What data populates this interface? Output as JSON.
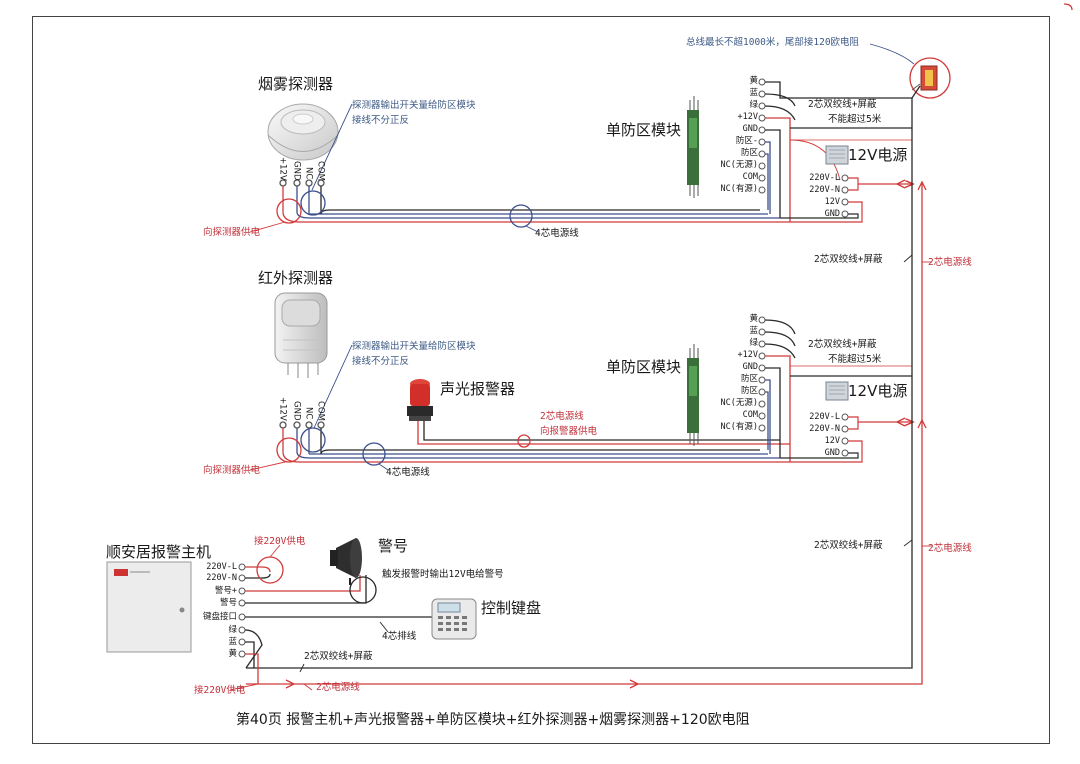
{
  "caption": "第40页  报警主机+声光报警器+单防区模块+红外探测器+烟雾探测器+120欧电阻",
  "top_note": "总线最长不超1000米，尾部接120欧电阻",
  "smoke": {
    "title": "烟雾探测器",
    "note_line1": "探测器输出开关量给防区模块",
    "note_line2": "接线不分正反",
    "terminals": [
      "+12V",
      "GND",
      "NC",
      "COM"
    ],
    "power_label": "向探测器供电",
    "cable_label": "4芯电源线"
  },
  "ir": {
    "title": "红外探测器",
    "note_line1": "探测器输出开关量给防区模块",
    "note_line2": "接线不分正反",
    "terminals": [
      "+12V",
      "GND",
      "NC",
      "COM"
    ],
    "power_label": "向探测器供电",
    "cable_label": "4芯电源线"
  },
  "siren_light": {
    "title": "声光报警器",
    "label1": "2芯电源线",
    "label2": "向报警器供电"
  },
  "module1": {
    "title": "单防区模块",
    "terminals": [
      "黄",
      "蓝",
      "绿",
      "+12V",
      "GND",
      "防区-",
      "防区",
      "NC(无源)",
      "COM",
      "NC(有源)"
    ]
  },
  "module2": {
    "title": "单防区模块",
    "terminals": [
      "黄",
      "蓝",
      "绿",
      "+12V",
      "GND",
      "防区",
      "防区",
      "NC(无源)",
      "COM",
      "NC(有源)"
    ]
  },
  "psu1": {
    "title": "12V电源",
    "wire_label1": "2芯双绞线+屏蔽",
    "wire_label2": "不能超过5米",
    "terminals": [
      "220V-L",
      "220V-N",
      "12V",
      "GND"
    ]
  },
  "psu2": {
    "title": "12V电源",
    "wire_label1": "2芯双绞线+屏蔽",
    "wire_label2": "不能超过5米",
    "terminals": [
      "220V-L",
      "220V-N",
      "12V",
      "GND"
    ]
  },
  "bus_labels": {
    "twisted1": "2芯双绞线+屏蔽",
    "power1": "2芯电源线",
    "twisted2": "2芯双绞线+屏蔽",
    "power2": "2芯电源线"
  },
  "host": {
    "title": "顺安居报警主机",
    "terminals": [
      "220V-L",
      "220V-N",
      "警号+",
      "警号",
      "键盘接口",
      "绿",
      "蓝",
      "黄"
    ],
    "mains_label_top": "接220V供电",
    "mains_label_bottom": "接220V供电",
    "bus_label": "2芯双绞线+屏蔽",
    "power_label": "2芯电源线"
  },
  "siren": {
    "title": "警号",
    "note": "触发报警时输出12V电给警号"
  },
  "keypad": {
    "title": "控制键盘",
    "cable_label": "4芯排线"
  },
  "colors": {
    "wire_red": "#d23a3a",
    "wire_blue": "#3c4f8c",
    "wire_dark": "#2a2a2a",
    "label_red": "#c0303a",
    "label_blue": "#3d5a86"
  }
}
